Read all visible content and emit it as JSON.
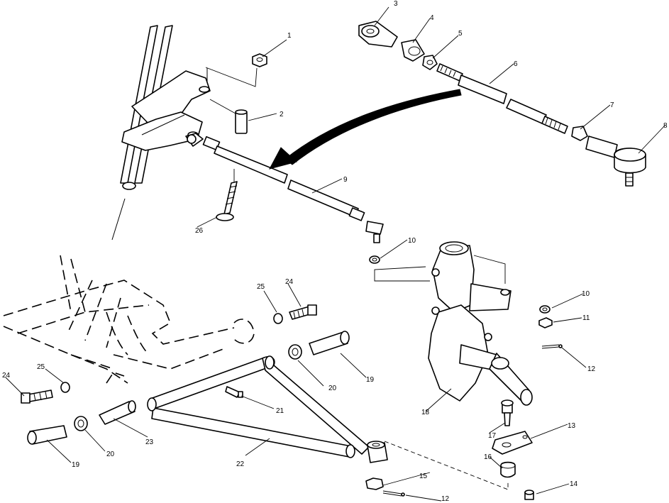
{
  "callouts": [
    {
      "id": "c1",
      "text": "1"
    },
    {
      "id": "c2",
      "text": "2"
    },
    {
      "id": "c3",
      "text": "3"
    },
    {
      "id": "c4",
      "text": "4"
    },
    {
      "id": "c5",
      "text": "5"
    },
    {
      "id": "c6",
      "text": "6"
    },
    {
      "id": "c7",
      "text": "7"
    },
    {
      "id": "c8",
      "text": "8"
    },
    {
      "id": "c9",
      "text": "9"
    },
    {
      "id": "c10a",
      "text": "10"
    },
    {
      "id": "c10b",
      "text": "10"
    },
    {
      "id": "c11",
      "text": "11"
    },
    {
      "id": "c12a",
      "text": "12"
    },
    {
      "id": "c12b",
      "text": "12"
    },
    {
      "id": "c13",
      "text": "13"
    },
    {
      "id": "c14",
      "text": "14"
    },
    {
      "id": "c15",
      "text": "15"
    },
    {
      "id": "c16",
      "text": "16"
    },
    {
      "id": "c17",
      "text": "17"
    },
    {
      "id": "c18",
      "text": "18"
    },
    {
      "id": "c19a",
      "text": "19"
    },
    {
      "id": "c19b",
      "text": "19"
    },
    {
      "id": "c20a",
      "text": "20"
    },
    {
      "id": "c20b",
      "text": "20"
    },
    {
      "id": "c21",
      "text": "21"
    },
    {
      "id": "c22",
      "text": "22"
    },
    {
      "id": "c23",
      "text": "23"
    },
    {
      "id": "c24a",
      "text": "24"
    },
    {
      "id": "c24b",
      "text": "24"
    },
    {
      "id": "c25a",
      "text": "25"
    },
    {
      "id": "c25b",
      "text": "25"
    },
    {
      "id": "c26",
      "text": "26"
    }
  ]
}
